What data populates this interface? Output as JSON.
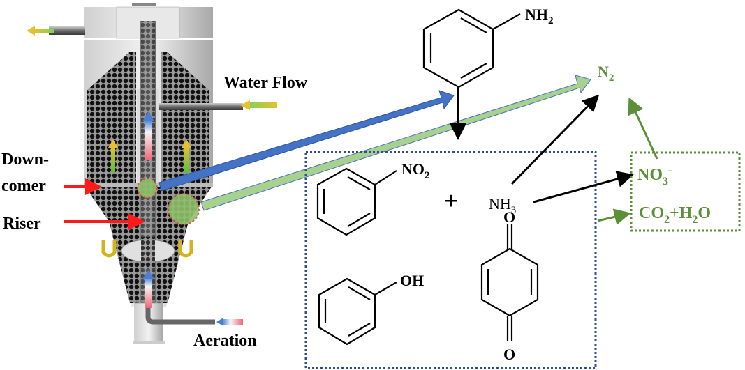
{
  "reactor": {
    "labels": {
      "water_flow": "Water Flow",
      "downcomer_line1": "Down-",
      "downcomer_line2": "comer",
      "riser": "Riser",
      "aeration": "Aeration"
    }
  },
  "chemistry": {
    "aniline_group": "NH",
    "aniline_sub": "2",
    "nitrobenzene_group": "NO",
    "nitrobenzene_sub": "2",
    "plus": "+",
    "ammonia": "NH",
    "ammonia_sub": "3",
    "phenol_group": "OH",
    "quinone_top_o": "O",
    "quinone_bottom_o": "O"
  },
  "products": {
    "n2": "N",
    "n2_sub": "2",
    "nitrate": "NO",
    "nitrate_sub": "3",
    "nitrate_sup": "-",
    "co2": "CO",
    "co2_sub": "2",
    "plus_h": "+H",
    "h2o_sub": "2",
    "o": "O"
  },
  "colors": {
    "blue_arrow": "#4472c4",
    "green_arrow": "#a9d18e",
    "product_green": "#5b8f3a",
    "intermediate_box": "#2f4f8f",
    "red_pointer": "#ff1a1a"
  }
}
